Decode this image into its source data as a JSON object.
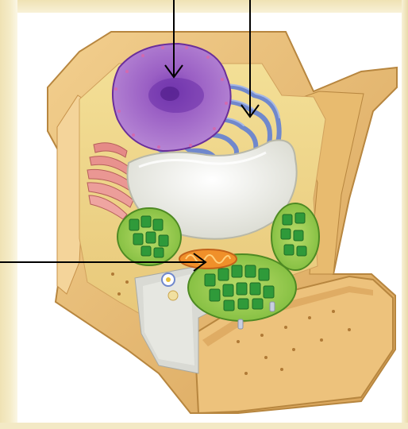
{
  "diagram": {
    "colors": {
      "frame": "#f3e8bf",
      "cell_wall": "#e6b86e",
      "cytoplasm": "#f0d98e",
      "nucleus": "#a66cc8",
      "endoplasmic_reticulum": "#7a90d0",
      "golgi": "#e58a87",
      "vacuole": "#f1f2ec",
      "chloroplast": "#3fa33b",
      "mitochondrion": "#f0902a",
      "arrow": "#000000"
    },
    "arrows": [
      {
        "name": "nucleus-pointer",
        "target": "nucleus"
      },
      {
        "name": "er-pointer",
        "target": "endoplasmic-reticulum"
      },
      {
        "name": "mitochondrion-pointer",
        "target": "mitochondrion"
      }
    ]
  }
}
